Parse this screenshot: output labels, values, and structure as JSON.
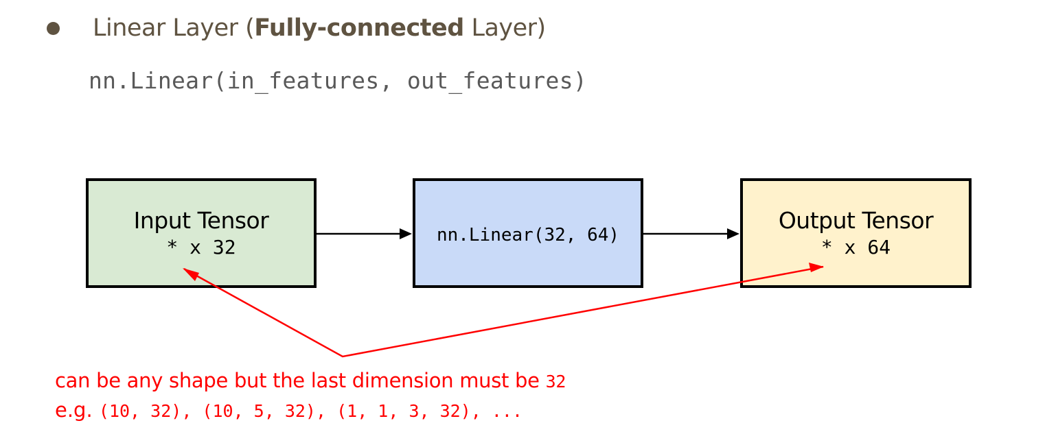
{
  "bullet": {
    "prefix": "Linear Layer (",
    "bold": "Fully-connected",
    "suffix": " Layer)"
  },
  "code_signature": "nn.Linear(in_features, out_features)",
  "diagram": {
    "input_box": {
      "title": "Input Tensor",
      "shape": "* x 32",
      "fill": "#d9ead3"
    },
    "linear_box": {
      "label": "nn.Linear(32, 64)",
      "fill": "#c9daf8"
    },
    "output_box": {
      "title": "Output Tensor",
      "shape": "* x 64",
      "fill": "#fff2cc"
    },
    "arrow_color": "#000000"
  },
  "annotation": {
    "color": "#ff0000",
    "line1_text": "can be any shape but the last dimension must be ",
    "line1_code": "32",
    "line2_prefix": "e.g. ",
    "line2_code": "(10, 32), (10, 5, 32), (1, 1, 3, 32), ..."
  }
}
